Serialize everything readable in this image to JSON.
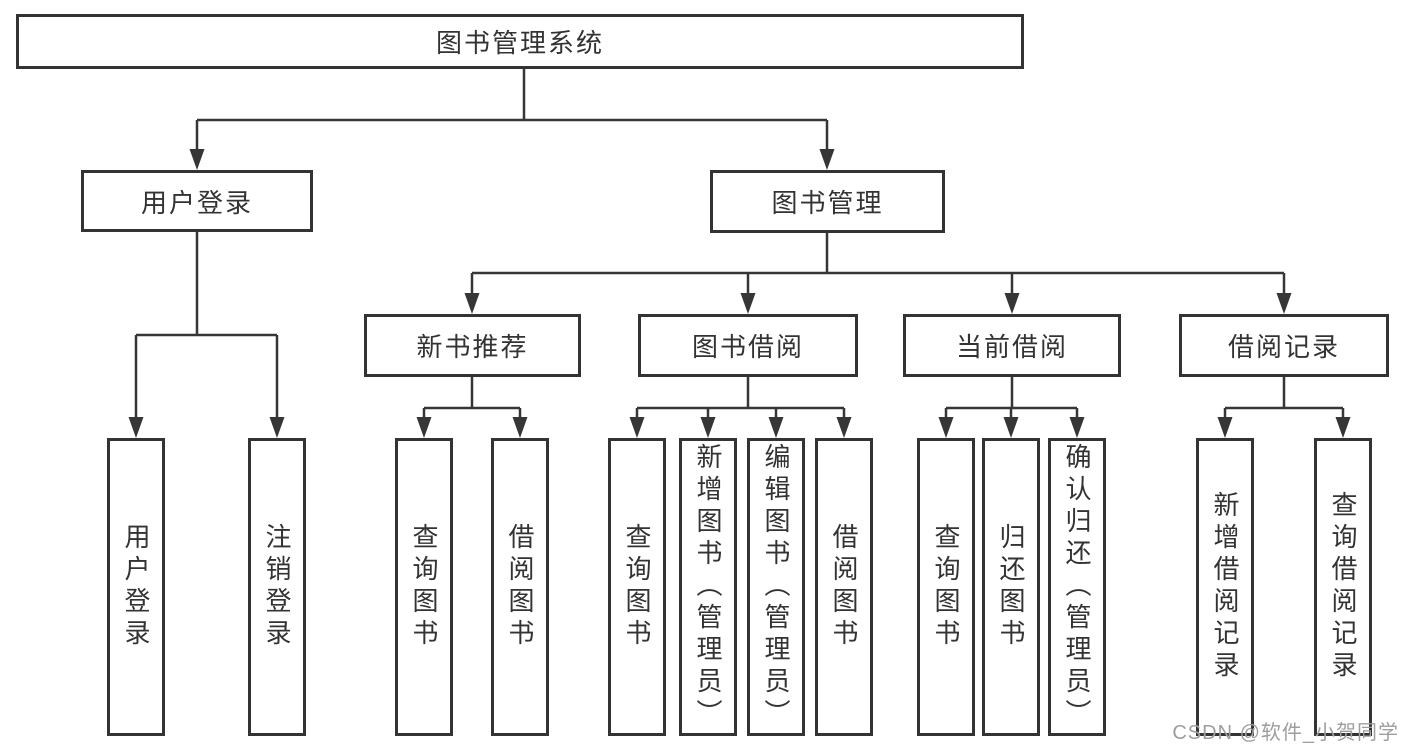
{
  "root_label": "图书管理系统",
  "branches": [
    {
      "label": "用户登录",
      "leaves": [
        {
          "label": "用户登录"
        },
        {
          "label": "注销登录"
        }
      ]
    },
    {
      "label": "图书管理",
      "sections": [
        {
          "label": "新书推荐",
          "leaves": [
            {
              "label": "查询图书"
            },
            {
              "label": "借阅图书"
            }
          ]
        },
        {
          "label": "图书借阅",
          "leaves": [
            {
              "label": "查询图书"
            },
            {
              "label": "新增图书（管理员）"
            },
            {
              "label": "编辑图书（管理员）"
            },
            {
              "label": "借阅图书"
            }
          ]
        },
        {
          "label": "当前借阅",
          "leaves": [
            {
              "label": "查询图书"
            },
            {
              "label": "归还图书"
            },
            {
              "label": "确认归还（管理员）"
            }
          ]
        },
        {
          "label": "借阅记录",
          "leaves": [
            {
              "label": "新增借阅记录"
            },
            {
              "label": "查询借阅记录"
            }
          ]
        }
      ]
    }
  ],
  "watermark": "CSDN @软件_小贺同学",
  "colors": {
    "line": "#333333",
    "text": "#333333",
    "watermark": "#9e9e9e"
  }
}
